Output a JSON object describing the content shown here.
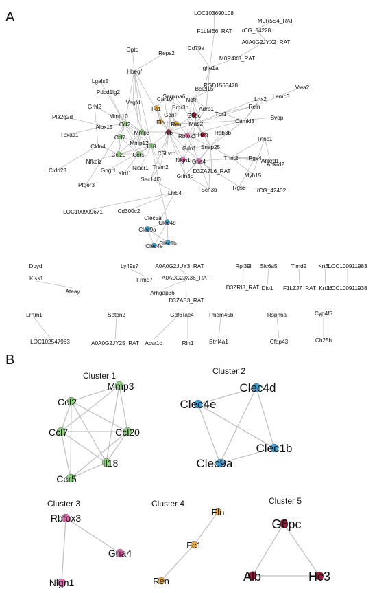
{
  "panels": {
    "a": "A",
    "b": "B"
  },
  "colors": {
    "edge": "#bdbdbd",
    "cluster1": "#8fd17f",
    "cluster2": "#3d9fd6",
    "cluster3": "#e56fb2",
    "cluster4": "#e8a93a",
    "cluster5": "#9b1c3a"
  },
  "network": {
    "nodes": [
      {
        "id": "LOC103690108",
        "label": "LOC103690108"
      },
      {
        "id": "M0R5S4_RAT",
        "label": "M0R5S4_RAT"
      },
      {
        "id": "F1LME6_RAT",
        "label": "F1LME6_RAT"
      },
      {
        "id": "rCG_64228",
        "label": "rCG_64228"
      },
      {
        "id": "A0A0G2JYX2_RAT",
        "label": "A0A0G2JYX2_RAT"
      },
      {
        "id": "Optc",
        "label": "Optc"
      },
      {
        "id": "Reps2",
        "label": "Reps2"
      },
      {
        "id": "Cd79a",
        "label": "Cd79a"
      },
      {
        "id": "M0R4X8_RAT",
        "label": "M0R4X8_RAT"
      },
      {
        "id": "Hbegf",
        "label": "Hbegf"
      },
      {
        "id": "Ighe1a",
        "label": "Ighe1a"
      },
      {
        "id": "Lgals5",
        "label": "Lgals5"
      },
      {
        "id": "RGD1565478",
        "label": "RGD1565478"
      },
      {
        "id": "Bcl2l15",
        "label": "Bcl2l15"
      },
      {
        "id": "Vwa2",
        "label": "Vwa2"
      },
      {
        "id": "Pdcd1lg2",
        "label": "Pdcd1lg2"
      },
      {
        "id": "Serpina6",
        "label": "Serpina6"
      },
      {
        "id": "Nefh",
        "label": "Nefh"
      },
      {
        "id": "Lamc3",
        "label": "Lamc3"
      },
      {
        "id": "Lhx2",
        "label": "Lhx2"
      },
      {
        "id": "Grhl2",
        "label": "Grhl2"
      },
      {
        "id": "Vegfd",
        "label": "Vegfd"
      },
      {
        "id": "Car10",
        "label": "Car10"
      },
      {
        "id": "Fcl",
        "label": "Fc1",
        "cluster": 4
      },
      {
        "id": "Smr3b",
        "label": "Smr3b"
      },
      {
        "id": "Adrb1",
        "label": "Adrb1"
      },
      {
        "id": "Reln",
        "label": "Reln"
      },
      {
        "id": "Tbr1",
        "label": "Tbr1"
      },
      {
        "id": "Mmp10",
        "label": "Mmp10"
      },
      {
        "id": "Gdnf",
        "label": "Gdnf"
      },
      {
        "id": "G6pc",
        "label": "G6pc",
        "cluster": 5
      },
      {
        "id": "Pla2g2d",
        "label": "Pla2g2d"
      },
      {
        "id": "Ccl2",
        "label": "Ccl2",
        "cluster": 1
      },
      {
        "id": "Eln",
        "label": "Eln",
        "cluster": 4
      },
      {
        "id": "Ren",
        "label": "Ren",
        "cluster": 4
      },
      {
        "id": "Map2",
        "label": "Map2"
      },
      {
        "id": "Camkl3",
        "label": "Camkl3"
      },
      {
        "id": "Svop",
        "label": "Svop"
      },
      {
        "id": "Alox15",
        "label": "Alox15"
      },
      {
        "id": "Tbxas1",
        "label": "Tbxas1"
      },
      {
        "id": "Mmp3",
        "label": "Mmp3",
        "cluster": 1
      },
      {
        "id": "Alb",
        "label": "Alb",
        "cluster": 5
      },
      {
        "id": "Rbfox3",
        "label": "Rbfox3",
        "cluster": 3
      },
      {
        "id": "Hc3",
        "label": "Hc3",
        "cluster": 5
      },
      {
        "id": "Rab3b",
        "label": "Rab3b"
      },
      {
        "id": "Ccl7",
        "label": "Ccl7",
        "cluster": 1
      },
      {
        "id": "Mmp12",
        "label": "Mmp12"
      },
      {
        "id": "Il18",
        "label": "Il18",
        "cluster": 1
      },
      {
        "id": "Gdn1",
        "label": "Gdn1"
      },
      {
        "id": "Snap25",
        "label": "Snap25"
      },
      {
        "id": "Tnnc1",
        "label": "Tnnc1"
      },
      {
        "id": "Cldn4",
        "label": "Cldn4"
      },
      {
        "id": "Ccl20",
        "label": "Ccl20",
        "cluster": 1
      },
      {
        "id": "Ccr5",
        "label": "Ccr5",
        "cluster": 1
      },
      {
        "id": "Lvrn",
        "label": "C5Lvrn"
      },
      {
        "id": "Nlgn1",
        "label": "Nlgn1",
        "cluster": 3
      },
      {
        "id": "Gria4",
        "label": "Gria4",
        "cluster": 3
      },
      {
        "id": "Tnnt2",
        "label": "Tnnt2"
      },
      {
        "id": "Rgs4",
        "label": "Rgs4"
      },
      {
        "id": "Ankrd1",
        "label": "Ankrd1"
      },
      {
        "id": "Ankrd2",
        "label": "Ankrd2"
      },
      {
        "id": "Nfkbiz",
        "label": "Nfkbiz"
      },
      {
        "id": "Niacr1",
        "label": "Niacr1"
      },
      {
        "id": "Trem2",
        "label": "Trem2"
      },
      {
        "id": "D3ZA7L6_RAT",
        "label": "D3ZA7L6_RAT"
      },
      {
        "id": "Cldn23",
        "label": "Cldn23"
      },
      {
        "id": "Gngt1",
        "label": "Gngt1"
      },
      {
        "id": "Klrd1",
        "label": "Klrd1"
      },
      {
        "id": "Grin3b",
        "label": "Grin3b"
      },
      {
        "id": "Myh15",
        "label": "Myh15"
      },
      {
        "id": "Sec14l3",
        "label": "Sec14l3"
      },
      {
        "id": "Scn3b",
        "label": "Scn3b"
      },
      {
        "id": "Rgs8",
        "label": "Rgs8"
      },
      {
        "id": "rCG_42402",
        "label": "rCG_42402"
      },
      {
        "id": "Ptger3",
        "label": "Ptger3"
      },
      {
        "id": "Lilrb4",
        "label": "Lilrb4"
      },
      {
        "id": "LOC100909671",
        "label": "LOC100909671"
      },
      {
        "id": "Cd300c2",
        "label": "Cd300c2"
      },
      {
        "id": "Clec5a",
        "label": "Clec5a"
      },
      {
        "id": "Clec4d",
        "label": "Clec4d",
        "cluster": 2
      },
      {
        "id": "Clec9a",
        "label": "Clec9a",
        "cluster": 2
      },
      {
        "id": "Clec1b",
        "label": "Clec1b",
        "cluster": 2
      },
      {
        "id": "Clec4e",
        "label": "Clec4e",
        "cluster": 2
      }
    ],
    "isolated": [
      {
        "label": "Dpyd"
      },
      {
        "label": "Ly49s7"
      },
      {
        "label": "A0A0G2JUY3_RAT"
      },
      {
        "label": "Rpl39l"
      },
      {
        "label": "Slc6a5"
      },
      {
        "label": "Timd2"
      },
      {
        "label": "Krt31"
      },
      {
        "label": "LOC100911983"
      },
      {
        "label": "Kiss1"
      },
      {
        "label": "Frmd7"
      },
      {
        "label": "A0A0G2JX36_RAT"
      },
      {
        "label": "D3ZRI8_RAT"
      },
      {
        "label": "Dio1"
      },
      {
        "label": "F1LZJ7_RAT"
      },
      {
        "label": "Krt16"
      },
      {
        "label": "LOC100911938"
      },
      {
        "label": "Ateay"
      },
      {
        "label": "Arhgap36"
      },
      {
        "label": "D3ZAB3_RAT"
      },
      {
        "label": "Lrrtm1"
      },
      {
        "label": "Sptbn2"
      },
      {
        "label": "Gdf6"
      },
      {
        "label": "Tac4"
      },
      {
        "label": "Tmem45b"
      },
      {
        "label": "Rsph6a"
      },
      {
        "label": "Cyp4f5"
      },
      {
        "label": "LOC102547963"
      },
      {
        "label": "A0A0G2JY25_RAT"
      },
      {
        "label": "Acvr1c"
      },
      {
        "label": "Rln1"
      },
      {
        "label": "Btnl4a1"
      },
      {
        "label": "Cfap43"
      },
      {
        "label": "Ch25h"
      }
    ]
  },
  "clusters": [
    {
      "title": "Cluster 1",
      "nodes": [
        "Mmp3",
        "Ccl2",
        "Ccl7",
        "Ccl20",
        "Il18",
        "Ccr5"
      ]
    },
    {
      "title": "Cluster 2",
      "nodes": [
        "Clec4d",
        "Clec4e",
        "Clec1b",
        "Clec9a"
      ]
    },
    {
      "title": "Cluster 3",
      "nodes": [
        "Rbfox3",
        "Gria4",
        "Nlgn1"
      ]
    },
    {
      "title": "Cluster 4",
      "nodes": [
        "Eln",
        "Fc1",
        "Ren"
      ]
    },
    {
      "title": "Cluster 5",
      "nodes": [
        "G6pc",
        "Alb",
        "Hc3"
      ]
    }
  ]
}
